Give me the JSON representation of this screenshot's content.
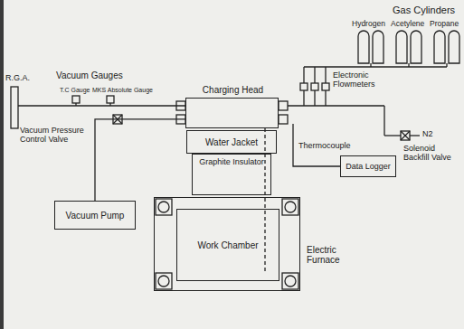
{
  "diagram": {
    "nodes": [
      {
        "text": [
          "Charging Head"
        ]
      },
      {
        "text": [
          "Water Jacket"
        ]
      },
      {
        "text": [
          "Graphite Insulator"
        ]
      },
      {
        "text": [
          "Electric Furnace"
        ]
      },
      {
        "text": [
          "Work Chamber"
        ],
        "in": 3
      },
      {
        "text": [
          "Vacuum Pump"
        ]
      },
      {
        "text": [
          "Data Logger"
        ]
      }
    ],
    "edges": [
      {
        "from": 5,
        "to": 0,
        "arrow": "none"
      }
    ],
    "labels": [
      "R.G.A.",
      "Vacuum Gauges",
      "T.C Gauge",
      "MKS Absolute Gauge",
      "Gas Cylinders",
      "Hydrogen",
      "Acetylene",
      "Propane",
      "Electronic Flowmeters",
      "Vacuum Pressure Control Valve",
      "Thermocouple",
      "N2",
      "Solenoid Backfill Valve"
    ]
  }
}
